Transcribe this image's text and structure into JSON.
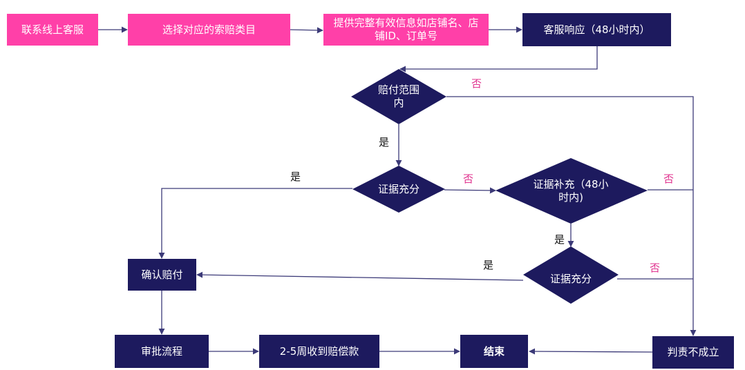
{
  "colors": {
    "pink": "#ff40a8",
    "navy": "#1d1a5e",
    "line": "#3c3a78",
    "no_label": "#e0338f"
  },
  "nodes": {
    "contact_service": "联系线上客服",
    "select_category": "选择对应的索赔类目",
    "provide_info": "提供完整有效信息如店铺名、店铺ID、订单号",
    "service_response": "客服响应（48小时内）",
    "in_scope": "赔付范围内",
    "evidence_sufficient_1": "证据充分",
    "evidence_supplement": "证据补充（48小时内)",
    "evidence_sufficient_2": "证据充分",
    "confirm_payout": "确认赔付",
    "approval_process": "审批流程",
    "receive_payment": "2-5周收到赔偿款",
    "end": "结束",
    "liability_rejected": "判责不成立"
  },
  "labels": {
    "no_scope": "否",
    "yes_scope": "是",
    "yes_confirm_1": "是",
    "no_evidence_1": "否",
    "no_supplement": "否",
    "yes_supplement": "是",
    "yes_confirm_2": "是",
    "no_evidence_2": "否"
  }
}
